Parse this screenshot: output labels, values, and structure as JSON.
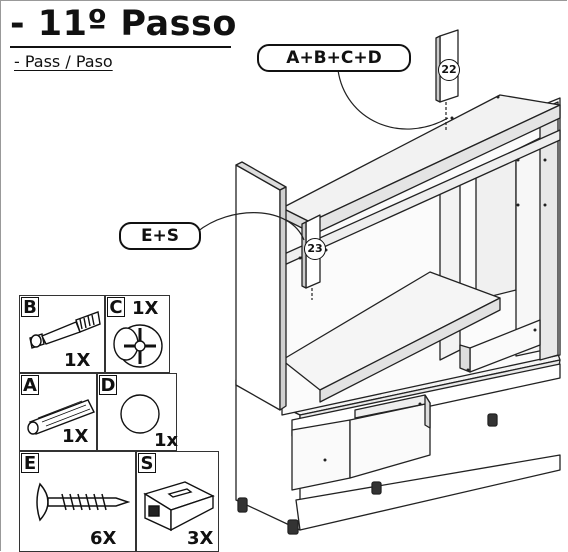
{
  "header": {
    "title": "- 11º Passo",
    "subtitle": "- Pass / Paso"
  },
  "callouts": {
    "upper": "A+B+C+D",
    "lower": "E+S"
  },
  "badges": {
    "upper": "22",
    "lower": "23"
  },
  "parts": [
    {
      "letter": "B",
      "qty": "1X",
      "icon": "dowel-cam-pin-icon"
    },
    {
      "letter": "C",
      "qty": "1X",
      "icon": "cam-lock-icon"
    },
    {
      "letter": "A",
      "qty": "1X",
      "icon": "wood-dowel-icon"
    },
    {
      "letter": "D",
      "qty": "1x",
      "icon": "cover-cap-icon"
    },
    {
      "letter": "E",
      "qty": "6X",
      "icon": "screw-icon"
    },
    {
      "letter": "S",
      "qty": "3X",
      "icon": "shelf-support-icon"
    }
  ]
}
